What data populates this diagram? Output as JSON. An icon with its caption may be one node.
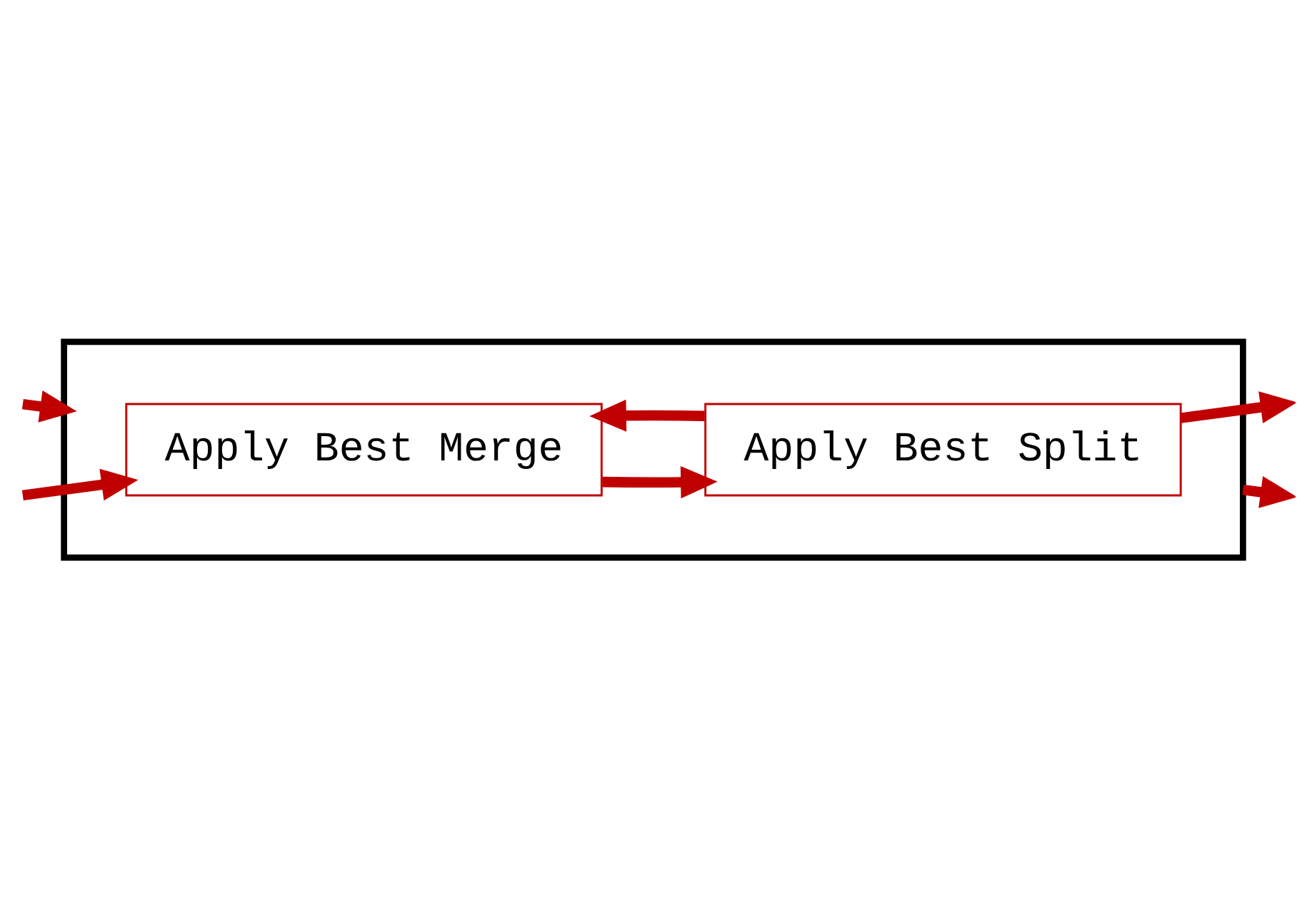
{
  "diagram": {
    "nodes": [
      {
        "text": [],
        "shape": "box"
      },
      {
        "text": [
          "Apply Best Merge"
        ],
        "in": 0
      },
      {
        "text": [
          "Apply Best Split"
        ],
        "in": 0
      }
    ],
    "edges": [
      {
        "from": null,
        "to": 0,
        "arrow": "to"
      },
      {
        "from": null,
        "to": 1,
        "arrow": "to"
      },
      {
        "from": 1,
        "to": 2,
        "arrow": "to"
      },
      {
        "from": 2,
        "to": null,
        "arrow": "to"
      },
      {
        "from": 0,
        "to": null,
        "arrow": "to"
      },
      {
        "from": 2,
        "to": 1,
        "arrow": "to"
      }
    ]
  }
}
